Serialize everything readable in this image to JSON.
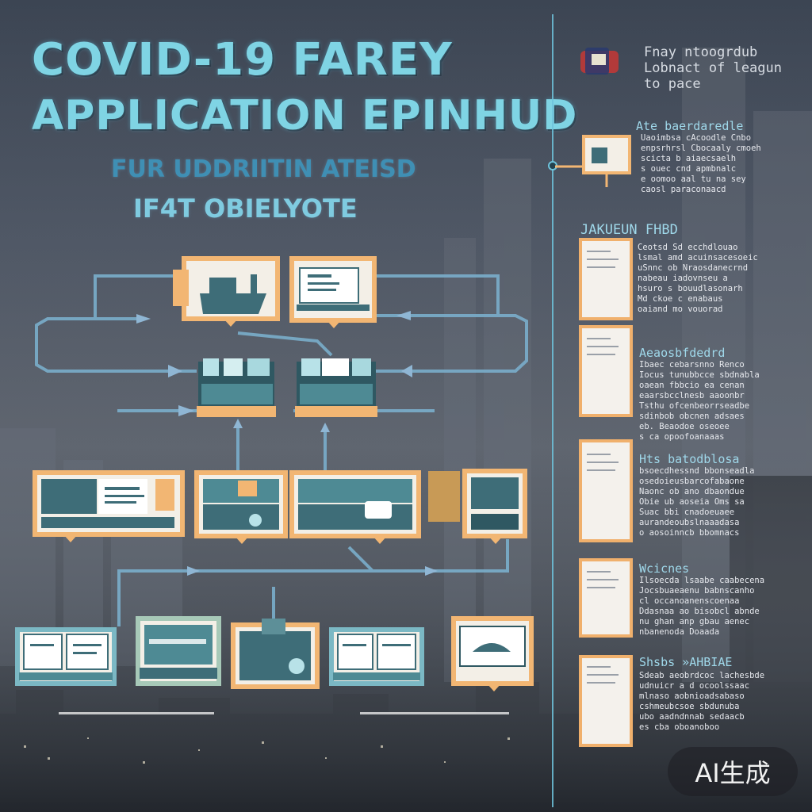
{
  "title": {
    "line1": "COVID-19 FAREY",
    "line2": "APPLICATION EPINHUD",
    "subtitle1": "FUR UDDRIITIN ATEISD",
    "subtitle2": "IF4T OBIELYOTE"
  },
  "right_panel": {
    "header_lines": [
      "Fnay ntoogrdub",
      "Lobnact of leagun",
      "to pace"
    ],
    "sections": [
      {
        "title": "Ate baerdaredle",
        "lines": [
          "Uaoimbsa cAcoodle Cnbo",
          "enpsrhrsl Cbocaaly cmoeh",
          "scicta b aiaecsaelh",
          "s ouec cnd apmbnalc",
          "e oomoo aal tu na sey",
          "caosl paraconaacd"
        ]
      },
      {
        "title": "JAKUEUN FHBD",
        "lines": [
          "Ceotsd Sd ecchdlouao",
          "lsmal amd acuinsacesoeic",
          "uSnnc ob Nraosdanecrnd",
          "nabeau iadovnseu a",
          "hsuro s bouudlasonarh",
          "Md ckoe c enabaus",
          "oaiand mo vouorad"
        ]
      },
      {
        "title": "Aeaosbfdedrd",
        "lines": [
          "Ibaec cebarsnno Renco",
          "Iocus tunubbcce sbdnabla",
          "oaean fbbcio ea cenan",
          "eaarsbcclnesb aaoonbr",
          "Tsthu ofcenbeorrseadbe",
          "sdinbob obcnen adsaes",
          "eb. Beaodoe oseoee",
          "s ca opoofoanaaas"
        ]
      },
      {
        "title": "Hts batodblosa",
        "lines": [
          "bsoecdhessnd bbonseadla",
          "osedoieusbarcofabaone",
          "Naonc ob ano dbaondue",
          "Obie ub aoseia Oms sa",
          "Suac bbi cnadoeuaee",
          "aurandeoubslnaaadasa",
          "o aosoinncb bbomnacs"
        ]
      },
      {
        "title": "Wcicnes",
        "lines": [
          "Ilsoecda lsaabe caabecena",
          "Jocsbuaeaenu babnscanho",
          "cl occanoanenscoenaa",
          "Ddasnaa ao bisobcl abnde",
          "nu ghan anp gbau aenec",
          "nbanenoda Doaada"
        ]
      },
      {
        "title": "Shsbs »AHBIAE",
        "lines": [
          "Sdeab aeobrdcoc lachesbde",
          "udnuicr a d ocoolssaac",
          "mlnaso aobnioadsabaso",
          "cshmeubcsoe sbdunuba",
          "ubo aadndnnab sedaacb",
          "es cba oboanoboo"
        ]
      }
    ]
  },
  "watermark": "AI生成",
  "colors": {
    "accent_teal": "#7fd4e4",
    "card_orange": "#f2b673",
    "screen_teal": "#3f7f8a",
    "timeline_blue": "#6fc3dc"
  }
}
